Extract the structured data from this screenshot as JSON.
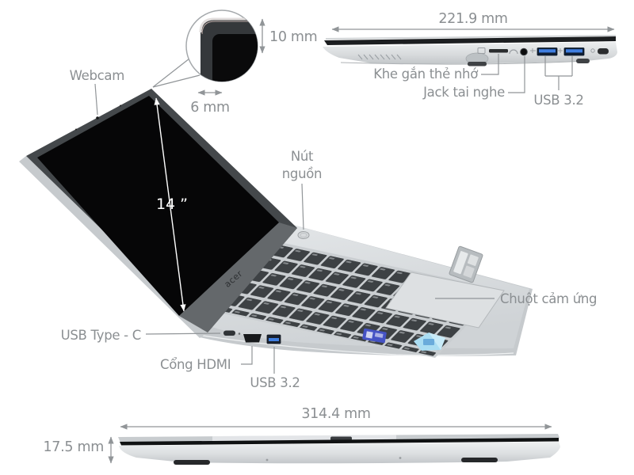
{
  "figure": {
    "type": "annotated-laptop-diagram",
    "brand_logo": "acer"
  },
  "colors": {
    "label_text": "#8b8f92",
    "dimension_line": "#919598",
    "screen_black": "#060607",
    "body_silver": "#d9dcde",
    "key_dark": "#3d4144",
    "usb_port_blue": "#3f7ee0",
    "intel_sticker_blue": "#4553c5",
    "holo_sticker_blue": "#aaddf2"
  },
  "main_view": {
    "labels": {
      "webcam": "Webcam",
      "screen_size": "14 ”",
      "power_button_line1": "Nút",
      "power_button_line2": "nguồn",
      "touchpad": "Chuột cảm ứng",
      "usb_type_c": "USB Type - C",
      "hdmi": "Cổng HDMI",
      "usb32": "USB 3.2"
    }
  },
  "corner_detail": {
    "top_bezel": "10 mm",
    "side_bezel": "6 mm"
  },
  "side_view": {
    "depth": "221.9 mm",
    "labels": {
      "card_slot": "Khe gắn thẻ nhớ",
      "headphone_jack": "Jack tai nghe",
      "usb32": "USB 3.2"
    }
  },
  "front_view": {
    "width": "314.4 mm",
    "height": "17.5 mm"
  }
}
